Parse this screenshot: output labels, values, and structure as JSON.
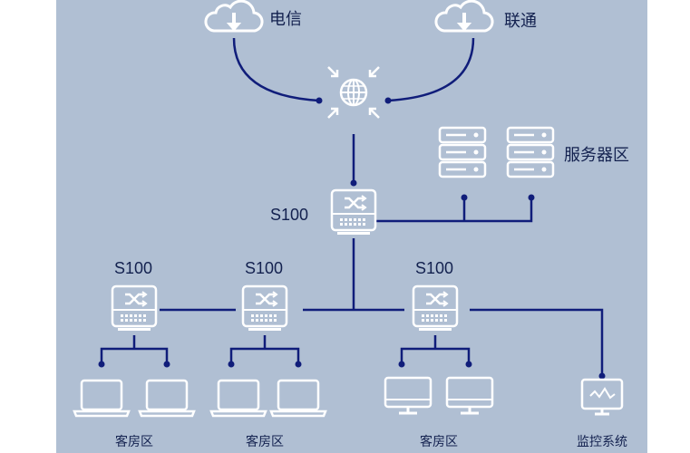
{
  "isps": {
    "telecom": "电信",
    "unicom": "联通"
  },
  "server_zone": {
    "label": "服务器区"
  },
  "switches": {
    "core": "S100",
    "left": "S100",
    "middle": "S100",
    "right": "S100"
  },
  "zones": {
    "guest_room_1": "客房区",
    "guest_room_2": "客房区",
    "guest_room_3": "客房区",
    "monitoring": "监控系统"
  },
  "colors": {
    "background": "#b0bfd3",
    "line": "#101d7a",
    "icon": "#ffffff"
  },
  "icons": [
    "cloud-download-icon",
    "globe-icon",
    "server-icon",
    "switch-icon",
    "laptop-icon",
    "monitor-icon"
  ]
}
